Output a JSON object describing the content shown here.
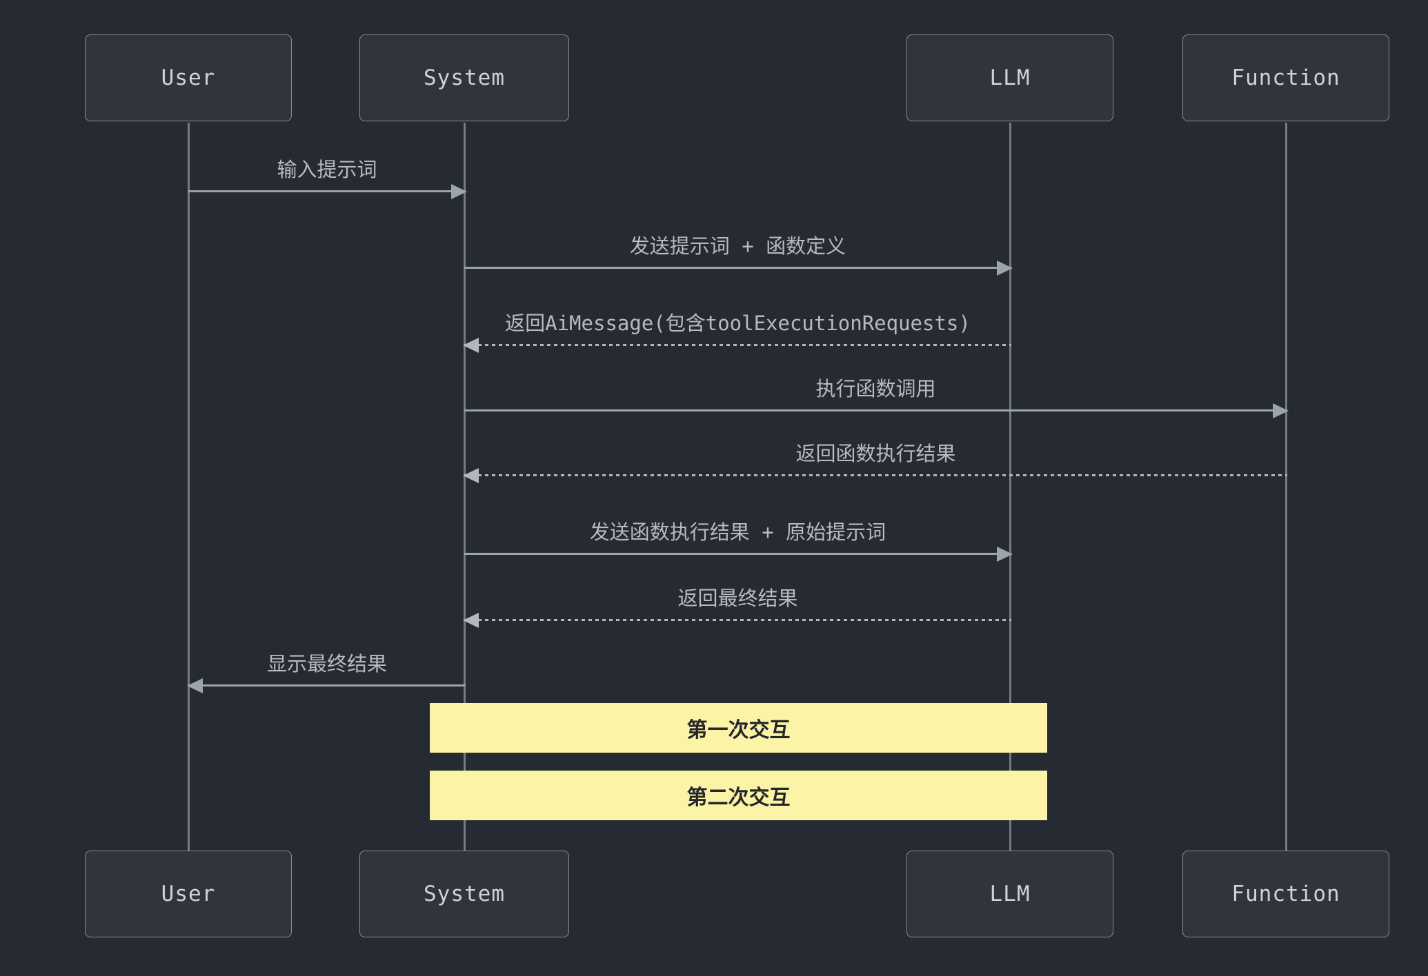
{
  "diagram": {
    "type": "sequence",
    "actors": [
      {
        "name": "User"
      },
      {
        "name": "System"
      },
      {
        "name": "LLM"
      },
      {
        "name": "Function"
      }
    ],
    "messages": [
      {
        "from": "User",
        "to": "System",
        "label": "输入提示词",
        "line": "solid",
        "direction": "right"
      },
      {
        "from": "System",
        "to": "LLM",
        "label": "发送提示词 + 函数定义",
        "line": "solid",
        "direction": "right"
      },
      {
        "from": "LLM",
        "to": "System",
        "label": "返回AiMessage(包含toolExecutionRequests)",
        "line": "dotted",
        "direction": "left"
      },
      {
        "from": "System",
        "to": "Function",
        "label": "执行函数调用",
        "line": "solid",
        "direction": "right"
      },
      {
        "from": "Function",
        "to": "System",
        "label": "返回函数执行结果",
        "line": "dotted",
        "direction": "left"
      },
      {
        "from": "System",
        "to": "LLM",
        "label": "发送函数执行结果 + 原始提示词",
        "line": "solid",
        "direction": "right"
      },
      {
        "from": "LLM",
        "to": "System",
        "label": "返回最终结果",
        "line": "dotted",
        "direction": "left"
      },
      {
        "from": "System",
        "to": "User",
        "label": "显示最终结果",
        "line": "solid",
        "direction": "left"
      }
    ],
    "notes": [
      {
        "over": "System,LLM",
        "label": "第一次交互"
      },
      {
        "over": "System,LLM",
        "label": "第二次交互"
      }
    ],
    "colors": {
      "background": "#262a32",
      "actor_fill": "#2f343d",
      "actor_border": "#878d95",
      "lifeline": "#757b85",
      "arrow": "#9ea4ac",
      "message_text": "#b6bbc3",
      "actor_text": "#ced3da",
      "note_fill": "#fbf3a6",
      "note_text": "#24262b"
    }
  }
}
